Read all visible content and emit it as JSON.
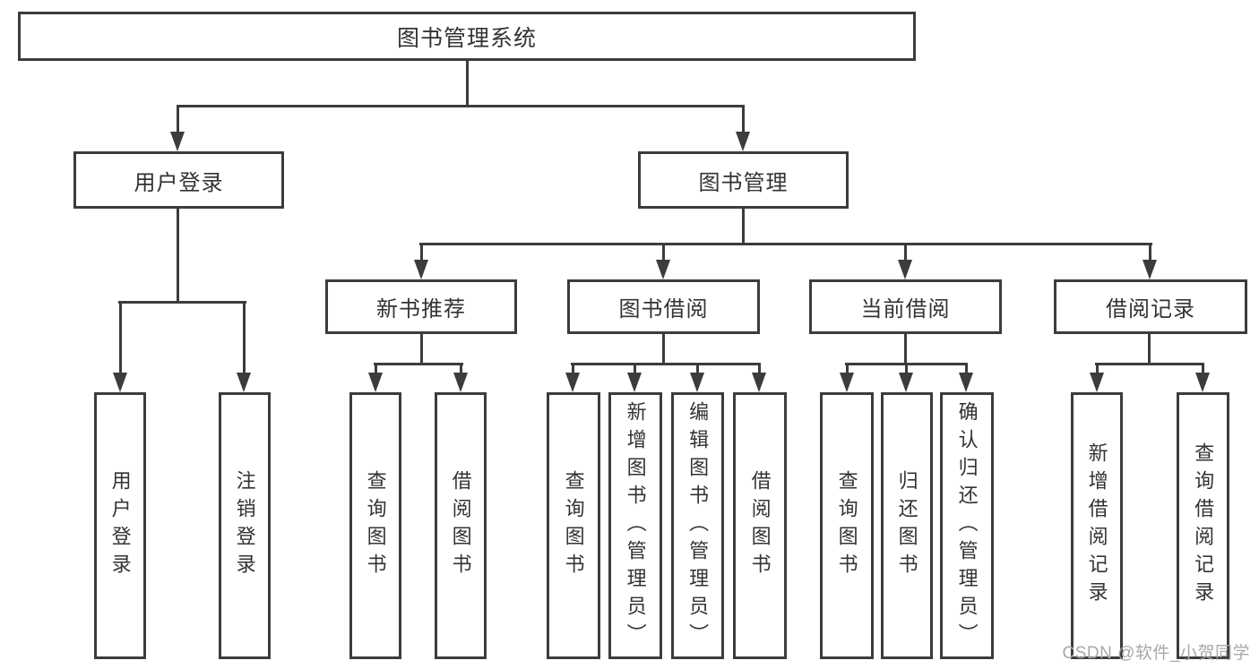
{
  "diagram": {
    "root": "图书管理系统",
    "level2": [
      "用户登录",
      "图书管理"
    ],
    "level3": [
      "新书推荐",
      "图书借阅",
      "当前借阅",
      "借阅记录"
    ],
    "leaves": {
      "login": [
        "用户登录",
        "注销登录"
      ],
      "recommend": [
        "查询图书",
        "借阅图书"
      ],
      "borrow": [
        "查询图书",
        "新增图书（管理员）",
        "编辑图书（管理员）",
        "借阅图书"
      ],
      "current": [
        "查询图书",
        "归还图书",
        "确认归还（管理员）"
      ],
      "records": [
        "新增借阅记录",
        "查询借阅记录"
      ]
    }
  },
  "watermark": "CSDN @软件_小贺同学",
  "colors": {
    "line": "#3c3c3c",
    "text": "#333333",
    "watermark": "#aba7a7"
  }
}
